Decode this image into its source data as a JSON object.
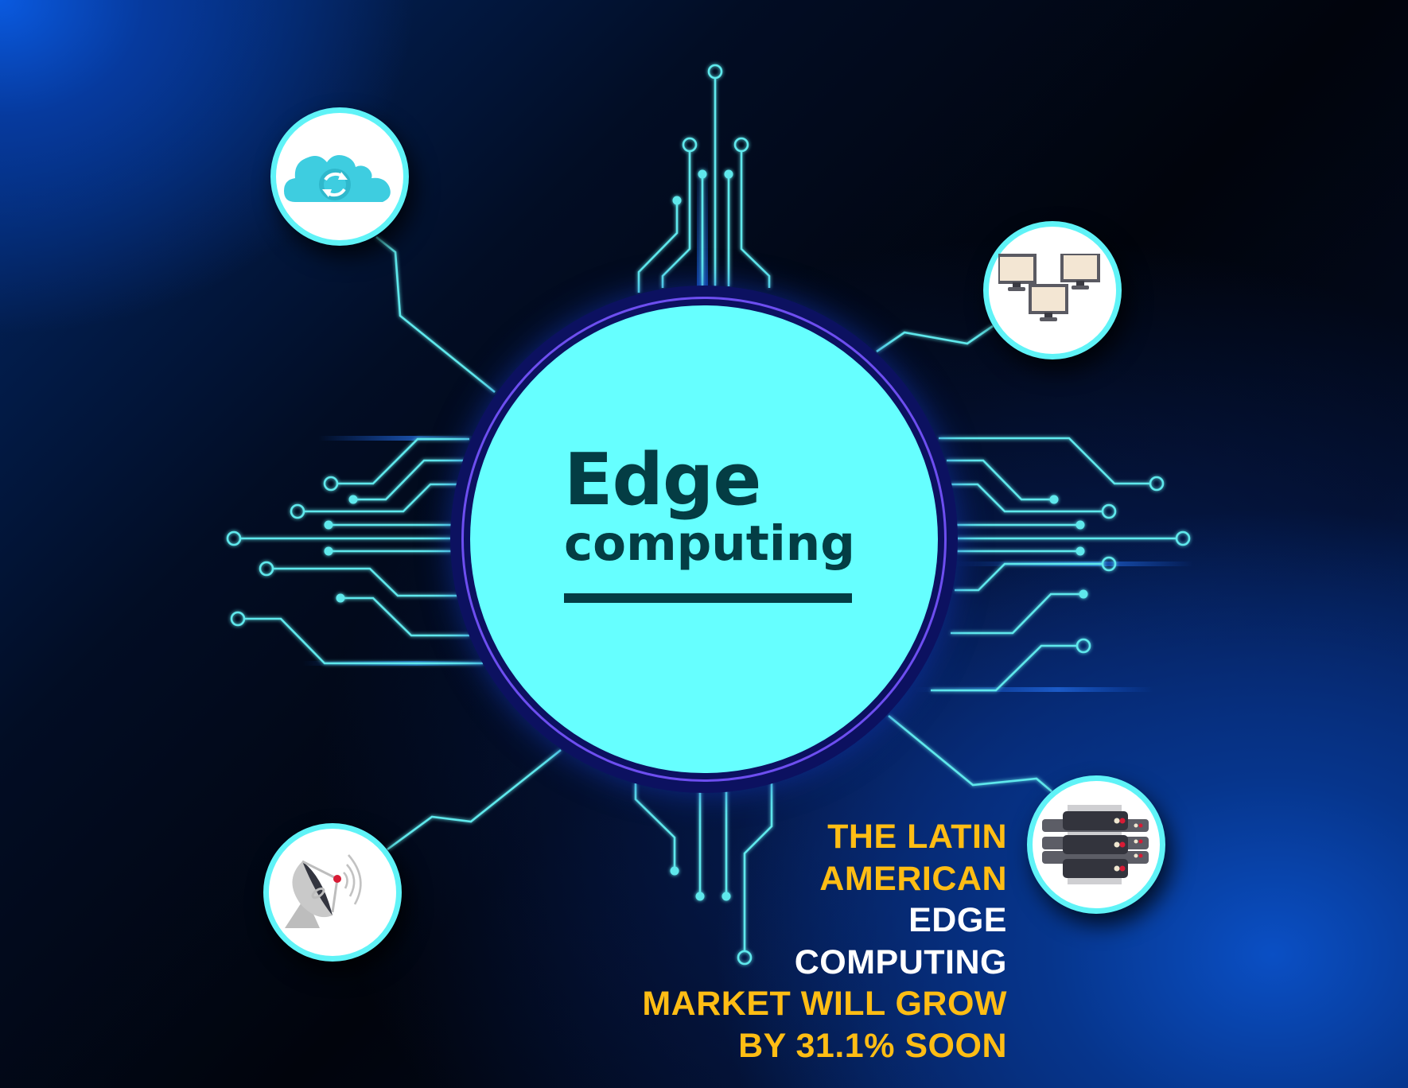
{
  "hub": {
    "title": "Edge",
    "subtitle": "computing"
  },
  "nodes": [
    {
      "id": "cloud-sync",
      "icon": "cloud-sync-icon",
      "position": "top-left"
    },
    {
      "id": "network-computers",
      "icon": "networked-computers-icon",
      "position": "top-right"
    },
    {
      "id": "satellite-dish",
      "icon": "satellite-dish-icon",
      "position": "bottom-left"
    },
    {
      "id": "server-rack",
      "icon": "server-rack-icon",
      "position": "bottom-right"
    }
  ],
  "headline": {
    "lines": [
      {
        "text": "THE LATIN",
        "color": "yellow"
      },
      {
        "text": "AMERICAN",
        "color": "yellow"
      },
      {
        "text": "EDGE",
        "color": "white"
      },
      {
        "text": "COMPUTING",
        "color": "white"
      },
      {
        "text": "MARKET WILL GROW",
        "color": "yellow"
      },
      {
        "text": "BY 31.1% SOON",
        "color": "yellow"
      }
    ],
    "growth_rate": "31.1%"
  },
  "colors": {
    "accent_cyan": "#66ffff",
    "trace_cyan": "#5ee8ec",
    "hub_ring_dark": "#0c1160",
    "hub_ring_purple": "#6d4ef0",
    "hub_text": "#043d44",
    "headline_yellow": "#ffbd14",
    "headline_white": "#ffffff"
  }
}
